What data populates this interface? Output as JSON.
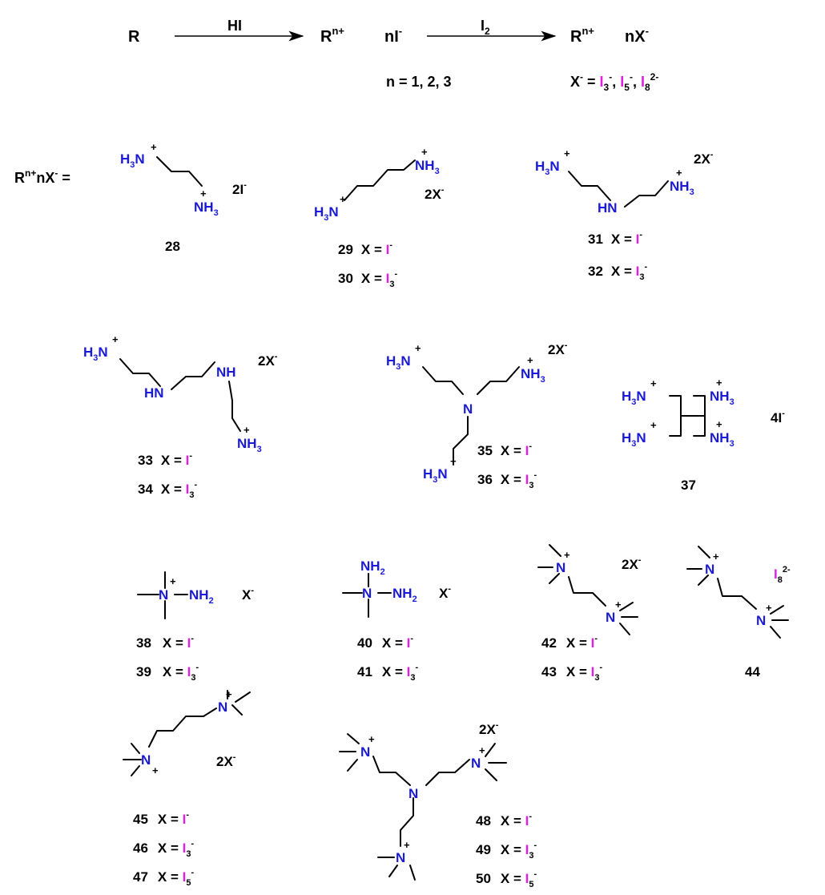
{
  "colors": {
    "nitrogen": "#1a1ad6",
    "iodine": "#e020e0",
    "text": "#000000"
  },
  "scheme": {
    "r": "R",
    "hi": "HI",
    "i2": "I",
    "rn": "R",
    "nplus": "n+",
    "ni": "nI",
    "nx": "nX",
    "minus": "-",
    "n_values": "n = 1, 2, 3",
    "x_eq": "X",
    "eq": " = ",
    "sep": ", ",
    "i3": "I",
    "s3": "3",
    "i5": "I",
    "s5": "5",
    "i8": "I",
    "s8": "8",
    "m2": "2-",
    "two": "2",
    "lhs_r": "R",
    "lhs_nx": "nX",
    "lhs_eq": " ="
  },
  "atoms": {
    "h3n": "H",
    "h3n_n": "N",
    "nh3": "NH",
    "sub3": "3",
    "hn": "HN",
    "nh": "NH",
    "n": "N",
    "nh2": "NH",
    "sub2": "2",
    "plus": "+",
    "minus": "-"
  },
  "counter": {
    "two_i": "2I",
    "two_x": "2X",
    "four_i": "4I",
    "x": "X",
    "i8": "I",
    "s8": "8",
    "m2": "2-"
  },
  "compounds": [
    {
      "id": "28"
    },
    {
      "id": "29",
      "x": "I"
    },
    {
      "id": "30",
      "x": "I",
      "sub": "3"
    },
    {
      "id": "31",
      "x": "I"
    },
    {
      "id": "32",
      "x": "I",
      "sub": "3"
    },
    {
      "id": "33",
      "x": "I"
    },
    {
      "id": "34",
      "x": "I",
      "sub": "3"
    },
    {
      "id": "35",
      "x": "I"
    },
    {
      "id": "36",
      "x": "I",
      "sub": "3"
    },
    {
      "id": "37"
    },
    {
      "id": "38",
      "x": "I"
    },
    {
      "id": "39",
      "x": "I",
      "sub": "3"
    },
    {
      "id": "40",
      "x": "I"
    },
    {
      "id": "41",
      "x": "I",
      "sub": "3"
    },
    {
      "id": "42",
      "x": "I"
    },
    {
      "id": "43",
      "x": "I",
      "sub": "3"
    },
    {
      "id": "44"
    },
    {
      "id": "45",
      "x": "I"
    },
    {
      "id": "46",
      "x": "I",
      "sub": "3"
    },
    {
      "id": "47",
      "x": "I",
      "sub": "5"
    },
    {
      "id": "48",
      "x": "I"
    },
    {
      "id": "49",
      "x": "I",
      "sub": "3"
    },
    {
      "id": "50",
      "x": "I",
      "sub": "5"
    }
  ],
  "x_label": "X = "
}
